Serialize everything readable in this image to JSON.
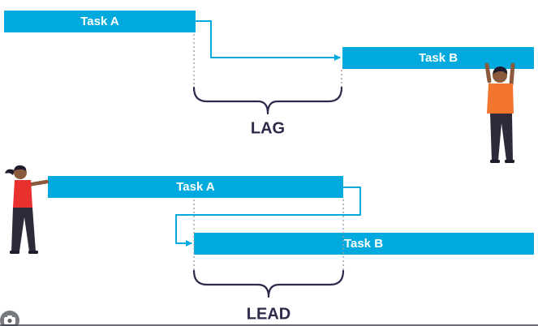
{
  "colors": {
    "bar": "#00A9DE",
    "text_dark": "#2D2A4A",
    "skin": "#8B5A3C",
    "shirt_orange": "#F2762E",
    "shirt_red": "#E8312F",
    "pants": "#2F2A3A",
    "hair": "#1F1B2D"
  },
  "lag": {
    "task_a_label": "Task A",
    "task_b_label": "Task B",
    "label": "LAG"
  },
  "lead": {
    "task_a_label": "Task A",
    "task_b_label": "Task B",
    "label": "LEAD"
  },
  "icons": {
    "badge": "camera-icon"
  }
}
